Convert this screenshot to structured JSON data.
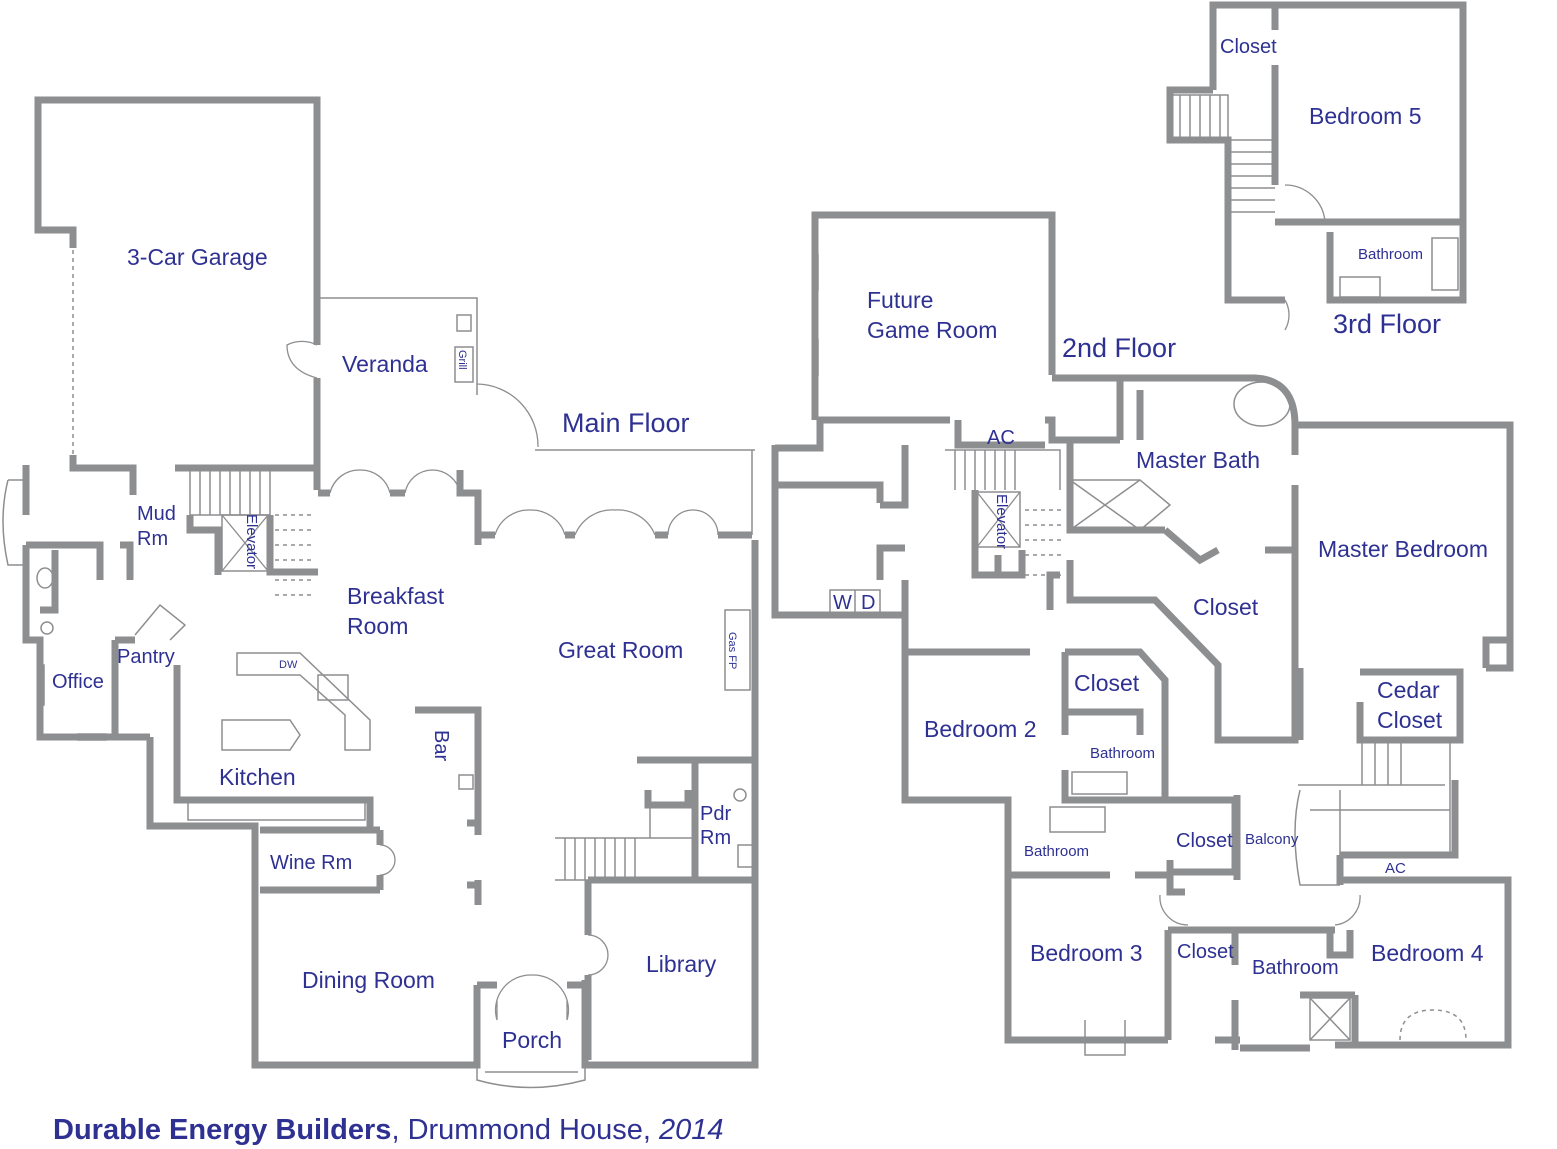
{
  "floors": {
    "main": {
      "title": "Main Floor",
      "rooms": {
        "garage": "3-Car Garage",
        "veranda": "Veranda",
        "grill": "Grill",
        "mud1": "Mud",
        "mud2": "Rm",
        "elevator": "Elevator",
        "breakfast1": "Breakfast",
        "breakfast2": "Room",
        "great": "Great Room",
        "gasfp": "Gas FP",
        "pantry": "Pantry",
        "office": "Office",
        "dw": "DW",
        "kitchen": "Kitchen",
        "bar": "Bar",
        "pdr1": "Pdr",
        "pdr2": "Rm",
        "wine": "Wine Rm",
        "dining": "Dining Room",
        "library": "Library",
        "porch": "Porch"
      }
    },
    "second": {
      "title": "2nd Floor",
      "rooms": {
        "game1": "Future",
        "game2": "Game Room",
        "ac1": "AC",
        "elevator": "Elevator",
        "w": "W",
        "d": "D",
        "masterbath": "Master Bath",
        "masterbed": "Master Bedroom",
        "closet_master": "Closet",
        "bed2": "Bedroom 2",
        "closet_b2": "Closet",
        "bath_b2": "Bathroom",
        "cedar1": "Cedar",
        "cedar2": "Closet",
        "bath_b3": "Bathroom",
        "closet_hall": "Closet",
        "balcony": "Balcony",
        "ac2": "AC",
        "bed3": "Bedroom 3",
        "closet_b4": "Closet",
        "bath_b4": "Bathroom",
        "bed4": "Bedroom 4"
      }
    },
    "third": {
      "title": "3rd Floor",
      "rooms": {
        "closet": "Closet",
        "bed5": "Bedroom 5",
        "bath": "Bathroom"
      }
    }
  },
  "caption": {
    "company": "Durable Energy Builders",
    "sep": ", ",
    "house": "Drummond House, ",
    "year": "2014"
  },
  "colors": {
    "text": "#2e3192",
    "walls": "#8d8e90"
  }
}
